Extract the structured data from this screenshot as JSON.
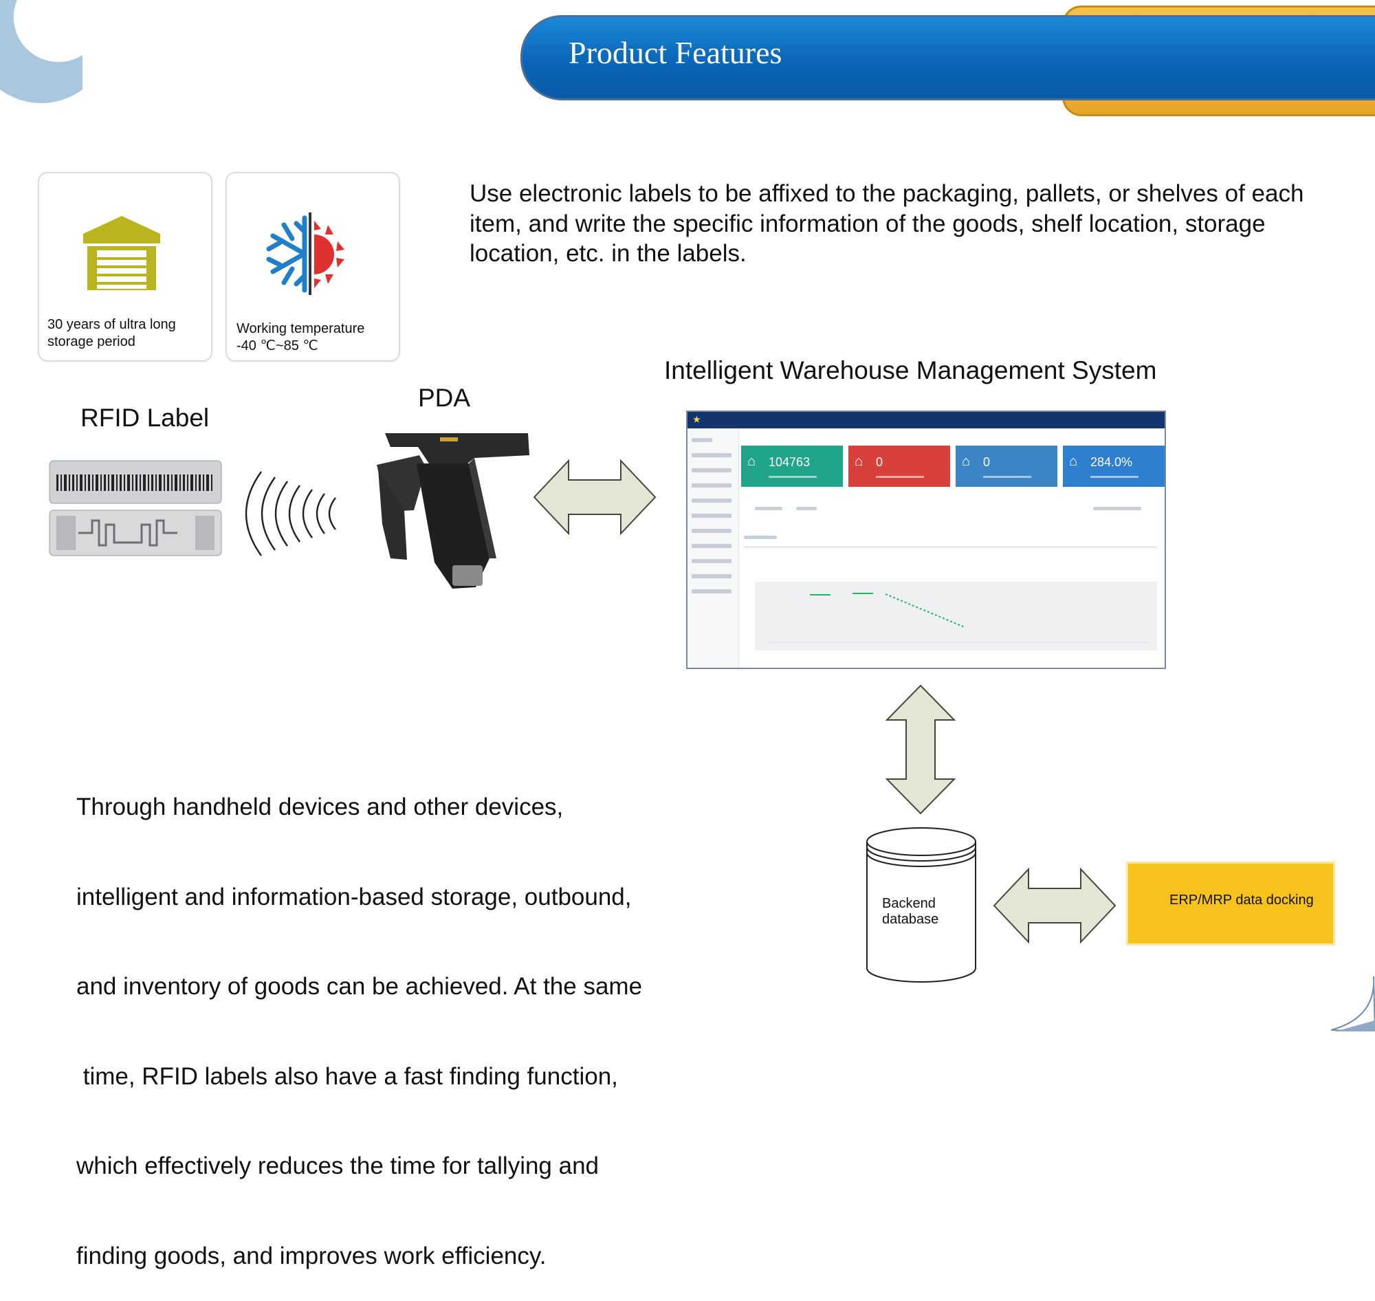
{
  "header": {
    "title": "Product Features"
  },
  "features": [
    {
      "icon": "warehouse-icon",
      "text_line1": "30 years of ultra long",
      "text_line2": "storage period"
    },
    {
      "icon": "snowflake-sun-icon",
      "text_line1": "Working temperature",
      "text_line2": "-40 ℃~85 ℃"
    }
  ],
  "intro_text": "Use electronic labels to be affixed to the packaging, pallets, or shelves of each item, and write the specific information of the goods, shelf location, storage location, etc. in the labels.",
  "diagram": {
    "rfid_label": "RFID Label",
    "pda_label": "PDA",
    "system_label": "Intelligent Warehouse Management System",
    "database_label_line1": "Backend",
    "database_label_line2": "database",
    "erp_label": "ERP/MRP data docking"
  },
  "dashboard": {
    "cards": [
      {
        "value": "104763",
        "color": "#21a58a"
      },
      {
        "value": "0",
        "color": "#d9403b"
      },
      {
        "value": "0",
        "color": "#3d86c6"
      },
      {
        "value": "284.0%",
        "color": "#2f7fd0"
      }
    ]
  },
  "body_text_lines": [
    "Through handheld devices and other devices,",
    "intelligent and information-based storage, outbound,",
    "and inventory of goods can be achieved. At the same",
    " time, RFID labels also have a fast finding function,",
    "which effectively reduces the time for tallying and",
    "finding goods, and improves work efficiency."
  ],
  "colors": {
    "banner_blue": "#0a66b8",
    "banner_gold": "#f3c24a",
    "arrow_fill": "#e2e6d4",
    "erp_yellow": "#f7c21b"
  }
}
